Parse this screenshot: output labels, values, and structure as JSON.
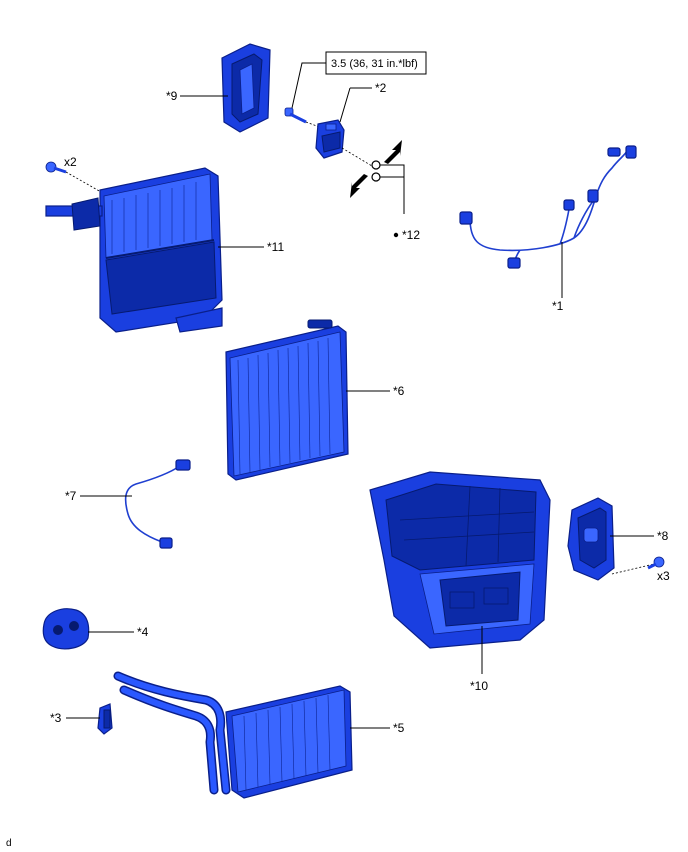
{
  "labels": {
    "p1": "*1",
    "p2": "*2",
    "p3": "*3",
    "p4": "*4",
    "p5": "*5",
    "p6": "*6",
    "p7": "*7",
    "p8": "*8",
    "p9": "*9",
    "p10": "*10",
    "p11": "*11",
    "p12": "*12",
    "x2": "x2",
    "x3": "x3",
    "torque": "3.5 (36, 31 in.*lbf)",
    "footer": "d"
  },
  "colors": {
    "part_blue": "#1a3fe0",
    "outline": "#0a1f8a"
  }
}
